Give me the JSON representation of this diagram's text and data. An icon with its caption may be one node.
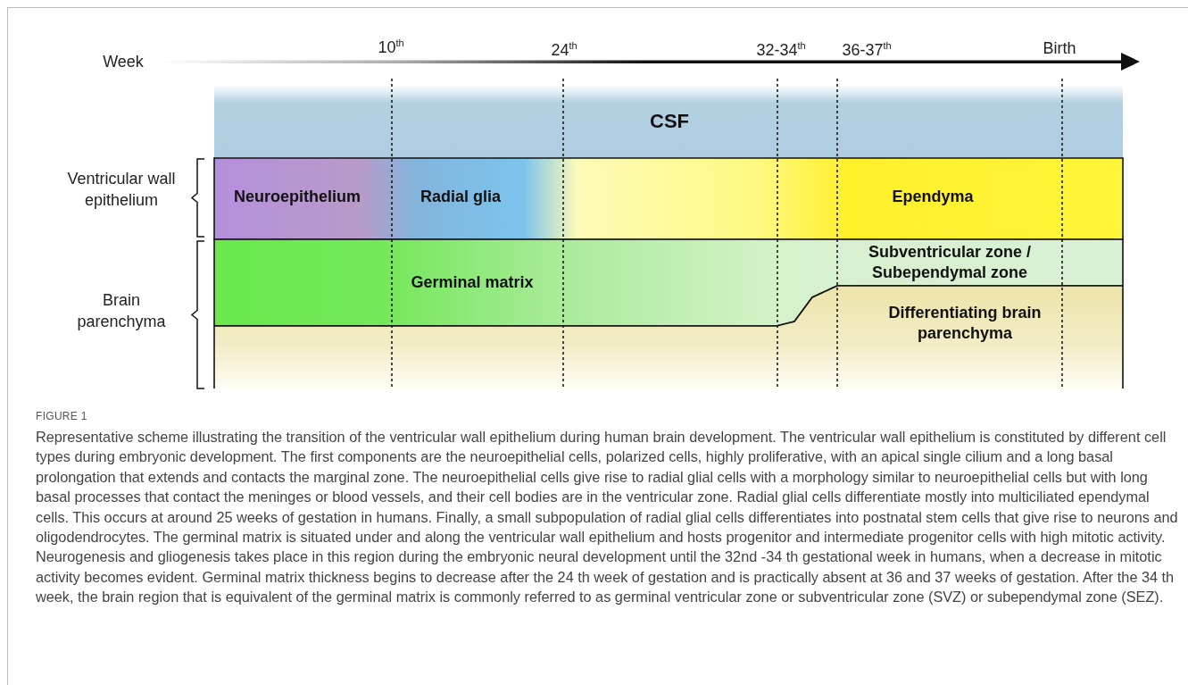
{
  "diagram": {
    "title": "FIGURE 1",
    "caption": "Representative scheme illustrating the transition of the ventricular wall epithelium during human brain development. The ventricular wall epithelium is constituted by different cell types during embryonic development. The first components are the neuroepithelial cells, polarized cells, highly proliferative, with an apical single cilium and a long basal prolongation that extends and contacts the marginal zone. The neuroepithelial cells give rise to radial glial cells with a morphology similar to neuroepithelial cells but with long basal processes that contact the meninges or blood vessels, and their cell bodies are in the ventricular zone. Radial glial cells differentiate mostly into multiciliated ependymal cells. This occurs at around 25 weeks of gestation in humans. Finally, a small subpopulation of radial glial cells differentiates into postnatal stem cells that give rise to neurons and oligodendrocytes. The germinal matrix is situated under and along the ventricular wall epithelium and hosts progenitor and intermediate progenitor cells with high mitotic activity. Neurogenesis and gliogenesis takes place in this region during the embryonic neural development until the 32nd -34 th gestational week in humans, when a decrease in mitotic activity becomes evident. Germinal matrix thickness begins to decrease after the 24 th week of gestation and is practically absent at 36 and 37 weeks of gestation. After the 34 th week, the brain region that is equivalent of the germinal matrix is commonly referred to as germinal ventricular zone or subventricular zone (SVZ) or subependymal zone (SEZ).",
    "nodes": [
      {
        "text": [
          "CSF"
        ]
      },
      {
        "text": [
          "Neuroepithelium",
          "Radial glia",
          "Ependyma"
        ]
      },
      {
        "text": [
          "Germinal matrix"
        ]
      },
      {
        "text": [
          "Subventricular zone / Subependymal zone"
        ]
      },
      {
        "text": [
          "Differentiating brain parenchyma"
        ]
      }
    ],
    "edges": [],
    "labels": [
      "Week",
      "10$^{th}$",
      "24$^{th}$",
      "32-34$^{th}$",
      "36-37$^{th}$",
      "Birth",
      "Ventricular wall epithelium",
      "Brain parenchyma"
    ]
  }
}
